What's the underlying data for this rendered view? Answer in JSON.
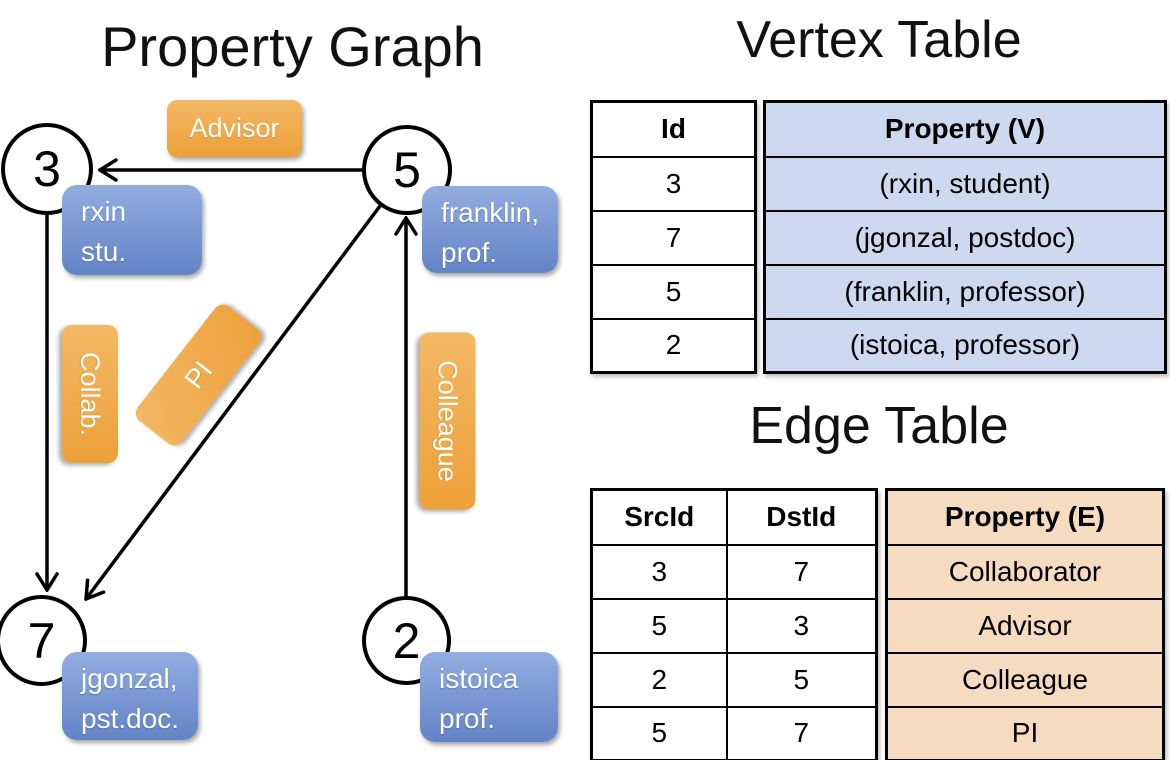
{
  "graph": {
    "title": "Property Graph",
    "nodes": [
      {
        "id": "3",
        "prop_line1": "rxin",
        "prop_line2": "stu."
      },
      {
        "id": "5",
        "prop_line1": "franklin,",
        "prop_line2": "prof."
      },
      {
        "id": "7",
        "prop_line1": "jgonzal,",
        "prop_line2": "pst.doc."
      },
      {
        "id": "2",
        "prop_line1": "istoica",
        "prop_line2": "prof."
      }
    ],
    "edge_labels": [
      {
        "label": "Advisor"
      },
      {
        "label": "Collab."
      },
      {
        "label": "PI"
      },
      {
        "label": "Colleague"
      }
    ]
  },
  "vertex_table": {
    "title": "Vertex Table",
    "col_id": "Id",
    "col_property": "Property (V)",
    "rows": [
      {
        "id": "3",
        "property": "(rxin, student)"
      },
      {
        "id": "7",
        "property": "(jgonzal, postdoc)"
      },
      {
        "id": "5",
        "property": "(franklin, professor)"
      },
      {
        "id": "2",
        "property": "(istoica, professor)"
      }
    ]
  },
  "edge_table": {
    "title": "Edge Table",
    "col_src": "SrcId",
    "col_dst": "DstId",
    "col_property": "Property (E)",
    "rows": [
      {
        "src": "3",
        "dst": "7",
        "property": "Collaborator"
      },
      {
        "src": "5",
        "dst": "3",
        "property": "Advisor"
      },
      {
        "src": "2",
        "dst": "5",
        "property": "Colleague"
      },
      {
        "src": "5",
        "dst": "7",
        "property": "PI"
      }
    ]
  },
  "colors": {
    "edge_label_orange": "#efa747",
    "vertex_prop_blue": "#7b9bd6",
    "vertex_table_fill": "#cdd9ef",
    "edge_table_fill": "#f5dcc1"
  }
}
